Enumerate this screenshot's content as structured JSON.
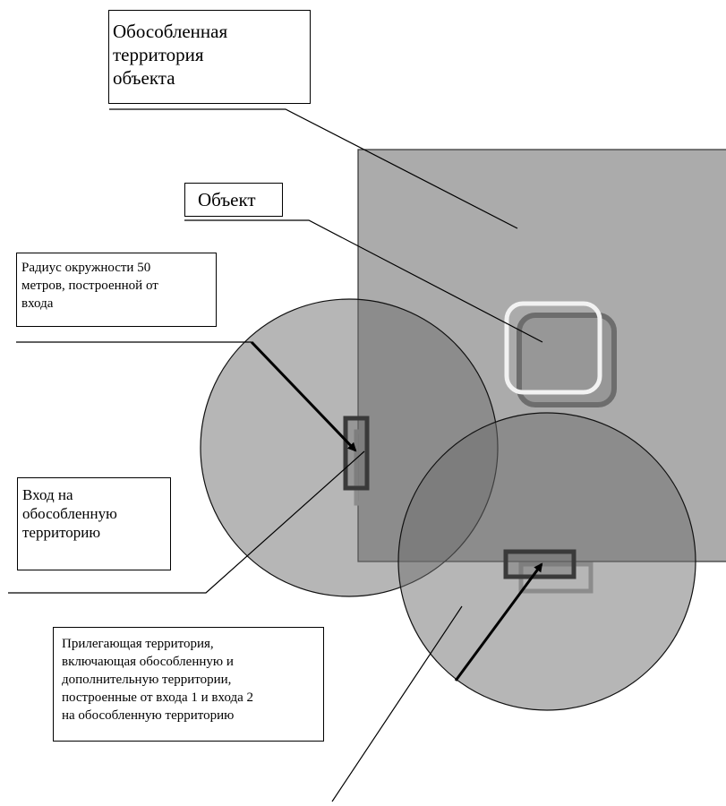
{
  "labels": {
    "territory": "Обособленная\nтерритория\nобъекта",
    "object": "Объект",
    "radius": "Радиус окружности 50\nметров, построенной от\nвхода",
    "entrance": "Вход на\nобособленную\nтерриторию",
    "adjacent": "Прилегающая территория,\nвключающая обособленную и\nдополнительную территории,\nпостроенные от входа 1 и входа 2\nна обособленную территорию"
  },
  "colors": {
    "territory_fill": "#ababab",
    "circle_fill": "#6e6e6e",
    "object_fill": "#8a8a8a",
    "object_outline": "#f2f2f2",
    "object_shadow": "#6d6d6d",
    "entrance_outline": "#3a3a3a",
    "entrance_shadow": "#8c8c8c",
    "line": "#000000"
  }
}
